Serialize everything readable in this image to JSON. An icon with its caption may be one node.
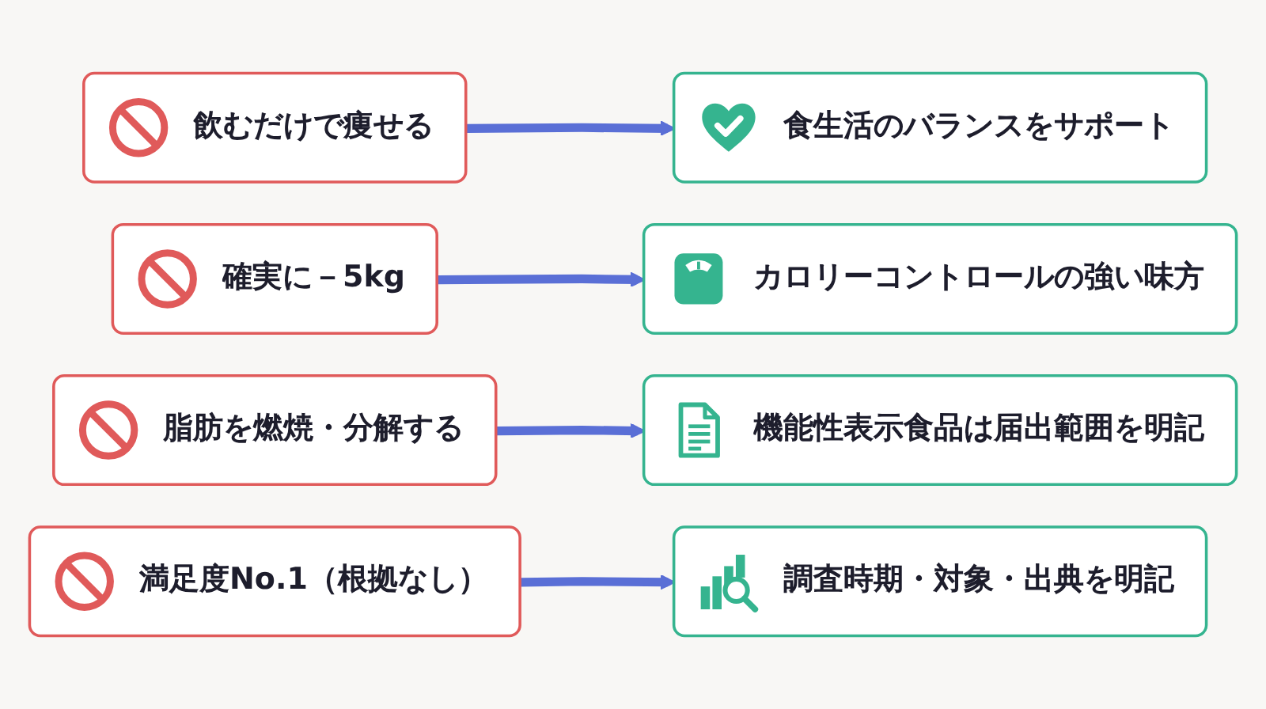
{
  "diagram": {
    "nodes": [
      {
        "text": [
          "飲むだけで痩せる"
        ]
      },
      {
        "text": [
          "食生活のバランスをサポート"
        ]
      },
      {
        "text": [
          "確実に－5kg"
        ]
      },
      {
        "text": [
          "カロリーコントロールの強い味方"
        ]
      },
      {
        "text": [
          "脂肪を燃焼・分解する"
        ]
      },
      {
        "text": [
          "機能性表示食品は届出範囲を明記"
        ]
      },
      {
        "text": [
          "満足度No.1（根拠なし）"
        ]
      },
      {
        "text": [
          "調査時期・対象・出典を明記"
        ]
      }
    ],
    "edges": [
      {
        "from": 0,
        "to": 1,
        "arrow": "to"
      },
      {
        "from": 2,
        "to": 3,
        "arrow": "to"
      },
      {
        "from": 4,
        "to": 5,
        "arrow": "to"
      },
      {
        "from": 6,
        "to": 7,
        "arrow": "to"
      }
    ]
  }
}
